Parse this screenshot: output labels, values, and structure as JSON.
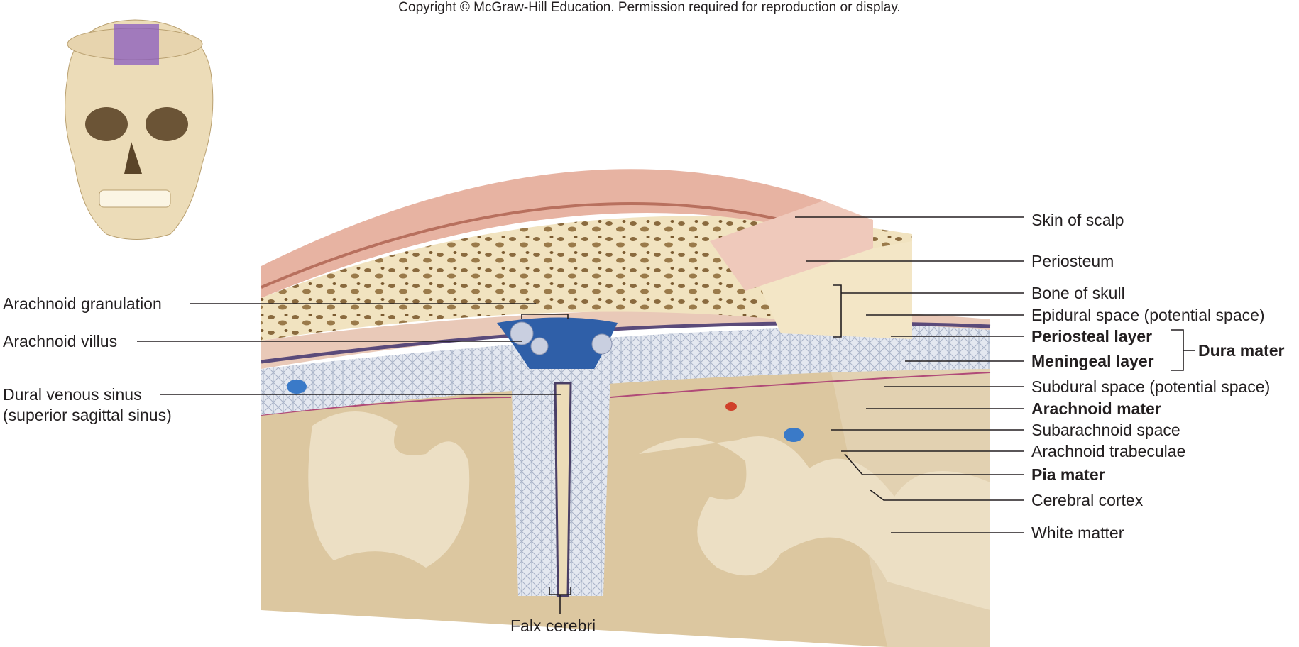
{
  "copyright": "Copyright © McGraw-Hill Education. Permission required for reproduction or display.",
  "labels_left": {
    "arachnoid_granulation": "Arachnoid granulation",
    "arachnoid_villus": "Arachnoid villus",
    "dural_venous_sinus": "Dural venous sinus",
    "dural_venous_sinus_sub": "(superior sagittal sinus)"
  },
  "labels_bottom": {
    "falx_cerebri": "Falx cerebri"
  },
  "labels_right": {
    "skin_of_scalp": "Skin of scalp",
    "periosteum": "Periosteum",
    "bone_of_skull": "Bone of skull",
    "epidural_space": "Epidural space (potential space)",
    "periosteal_layer": "Periosteal layer",
    "meningeal_layer": "Meningeal layer",
    "dura_mater": "Dura mater",
    "subdural_space": "Subdural space (potential space)",
    "arachnoid_mater": "Arachnoid mater",
    "subarachnoid_space": "Subarachnoid space",
    "arachnoid_trabeculae": "Arachnoid trabeculae",
    "pia_mater": "Pia mater",
    "cerebral_cortex": "Cerebral cortex",
    "white_matter": "White matter"
  },
  "colors": {
    "skin": "#e7b3a2",
    "bone": "#f1e3c0",
    "dura": "#e9c9b8",
    "sinus": "#2f5fa8",
    "brain": "#dcc7a0",
    "highlight": "#8a5cc0"
  }
}
